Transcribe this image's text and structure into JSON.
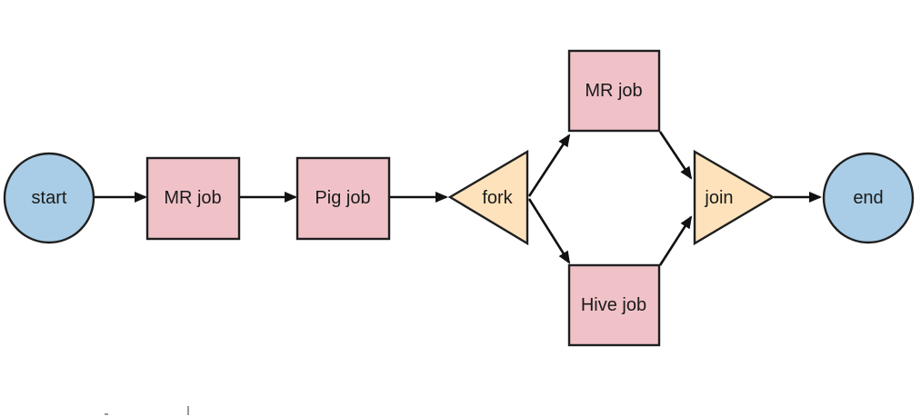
{
  "diagram": {
    "colors": {
      "circle_fill": "#a9cde6",
      "box_fill": "#f0c2c7",
      "triangle_fill": "#fde2bb",
      "stroke": "#1f1f1f",
      "background": "#ffffff"
    },
    "nodes": {
      "start": {
        "label": "start",
        "shape": "circle"
      },
      "mr_job_1": {
        "label": "MR job",
        "shape": "box"
      },
      "pig_job": {
        "label": "Pig job",
        "shape": "box"
      },
      "fork": {
        "label": "fork",
        "shape": "triangle-left"
      },
      "mr_job_2": {
        "label": "MR job",
        "shape": "box"
      },
      "hive_job": {
        "label": "Hive job",
        "shape": "box"
      },
      "join": {
        "label": "join",
        "shape": "triangle-right"
      },
      "end": {
        "label": "end",
        "shape": "circle"
      }
    },
    "edges": [
      {
        "from": "start",
        "to": "mr_job_1"
      },
      {
        "from": "mr_job_1",
        "to": "pig_job"
      },
      {
        "from": "pig_job",
        "to": "fork"
      },
      {
        "from": "fork",
        "to": "mr_job_2"
      },
      {
        "from": "fork",
        "to": "hive_job"
      },
      {
        "from": "mr_job_2",
        "to": "join"
      },
      {
        "from": "hive_job",
        "to": "join"
      },
      {
        "from": "join",
        "to": "end"
      }
    ]
  }
}
